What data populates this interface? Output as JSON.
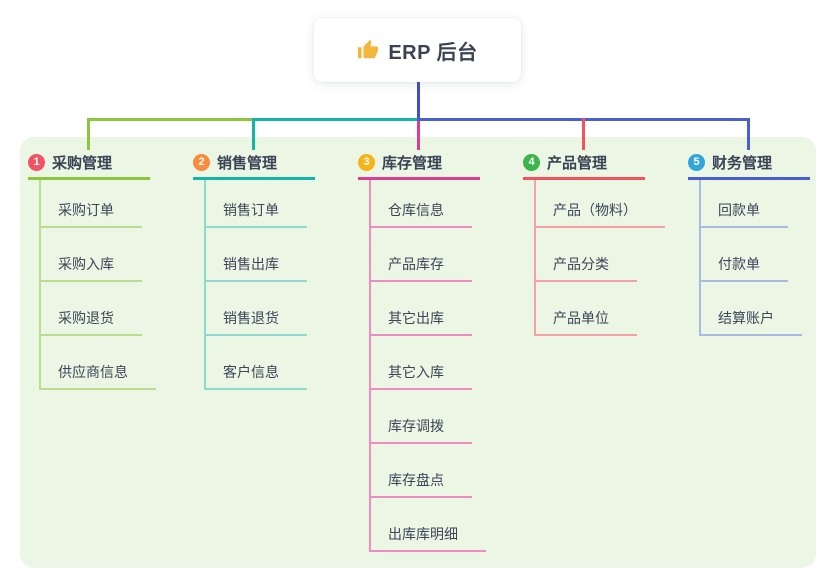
{
  "root": {
    "icon": "thumbs-up",
    "label": "ERP 后台"
  },
  "colors": {
    "panel_bg": "#EBF6E5",
    "connector_root": "#4150C8",
    "icon_yellow": "#F2B63C",
    "text": "#3D4557"
  },
  "branches": [
    {
      "num": "1",
      "label": "采购管理",
      "colors": {
        "badge": "#F05365",
        "line": "#8CC63F",
        "child_line": "#B9DE90"
      },
      "children": [
        {
          "label": "采购订单"
        },
        {
          "label": "采购入库"
        },
        {
          "label": "采购退货"
        },
        {
          "label": "供应商信息"
        }
      ]
    },
    {
      "num": "2",
      "label": "销售管理",
      "colors": {
        "badge": "#FB8B3C",
        "line": "#13B5A7",
        "child_line": "#8FD9CF"
      },
      "children": [
        {
          "label": "销售订单"
        },
        {
          "label": "销售出库"
        },
        {
          "label": "销售退货"
        },
        {
          "label": "客户信息"
        }
      ]
    },
    {
      "num": "3",
      "label": "库存管理",
      "colors": {
        "badge": "#F7B318",
        "line": "#DA3D92",
        "child_line": "#F08CC2"
      },
      "children": [
        {
          "label": "仓库信息"
        },
        {
          "label": "产品库存"
        },
        {
          "label": "其它出库"
        },
        {
          "label": "其它入库"
        },
        {
          "label": "库存调拨"
        },
        {
          "label": "库存盘点"
        },
        {
          "label": "出库库明细"
        }
      ]
    },
    {
      "num": "4",
      "label": "产品管理",
      "colors": {
        "badge": "#3CB54A",
        "line": "#F4525F",
        "child_line": "#F8A0A8"
      },
      "children": [
        {
          "label": "产品（物料）"
        },
        {
          "label": "产品分类"
        },
        {
          "label": "产品单位"
        }
      ]
    },
    {
      "num": "5",
      "label": "财务管理",
      "colors": {
        "badge": "#32A6DC",
        "line": "#4A5FD2",
        "child_line": "#A9B9E2"
      },
      "children": [
        {
          "label": "回款单"
        },
        {
          "label": "付款单"
        },
        {
          "label": "结算账户"
        }
      ]
    }
  ]
}
